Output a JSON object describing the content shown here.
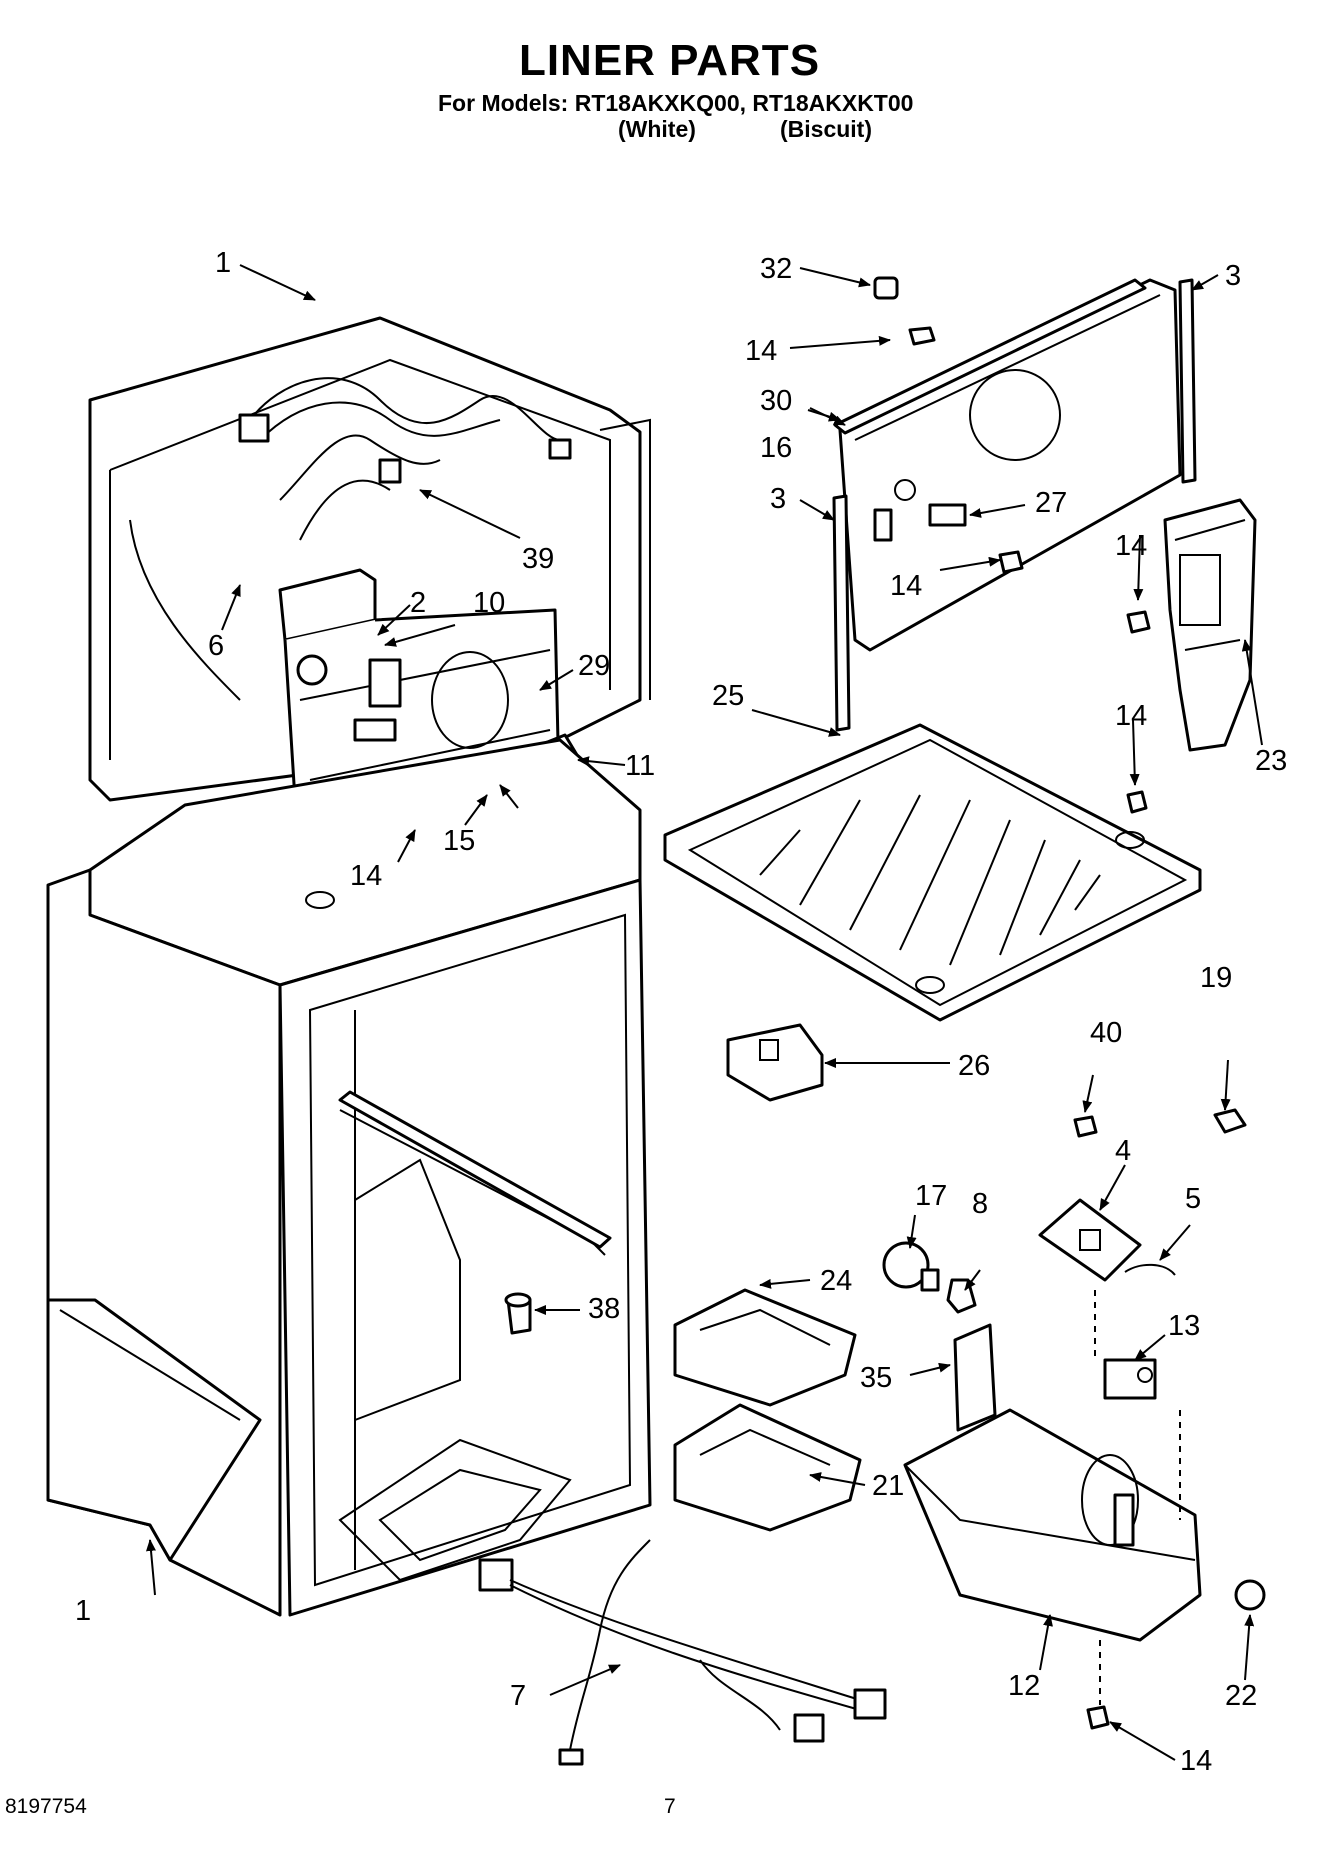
{
  "header": {
    "title": "LINER PARTS",
    "models_line": "For Models: RT18AKXKQ00, RT18AKXKT00",
    "variant_1": "(White)",
    "variant_2": "(Biscuit)"
  },
  "footer": {
    "doc_number": "8197754",
    "page_number": "7"
  },
  "callouts": {
    "c1_top": "1",
    "c1_bottom": "1",
    "c2": "2",
    "c3_right": "3",
    "c3_left": "3",
    "c4": "4",
    "c5": "5",
    "c6": "6",
    "c7": "7",
    "c8": "8",
    "c10": "10",
    "c11": "11",
    "c12": "12",
    "c13": "13",
    "c14_a": "14",
    "c14_b": "14",
    "c14_c": "14",
    "c14_d": "14",
    "c14_e": "14",
    "c14_f": "14",
    "c15": "15",
    "c16": "16",
    "c17": "17",
    "c19": "19",
    "c21": "21",
    "c22": "22",
    "c23": "23",
    "c24": "24",
    "c25": "25",
    "c26": "26",
    "c27": "27",
    "c29": "29",
    "c30": "30",
    "c32": "32",
    "c35": "35",
    "c38": "38",
    "c39": "39",
    "c40": "40"
  }
}
